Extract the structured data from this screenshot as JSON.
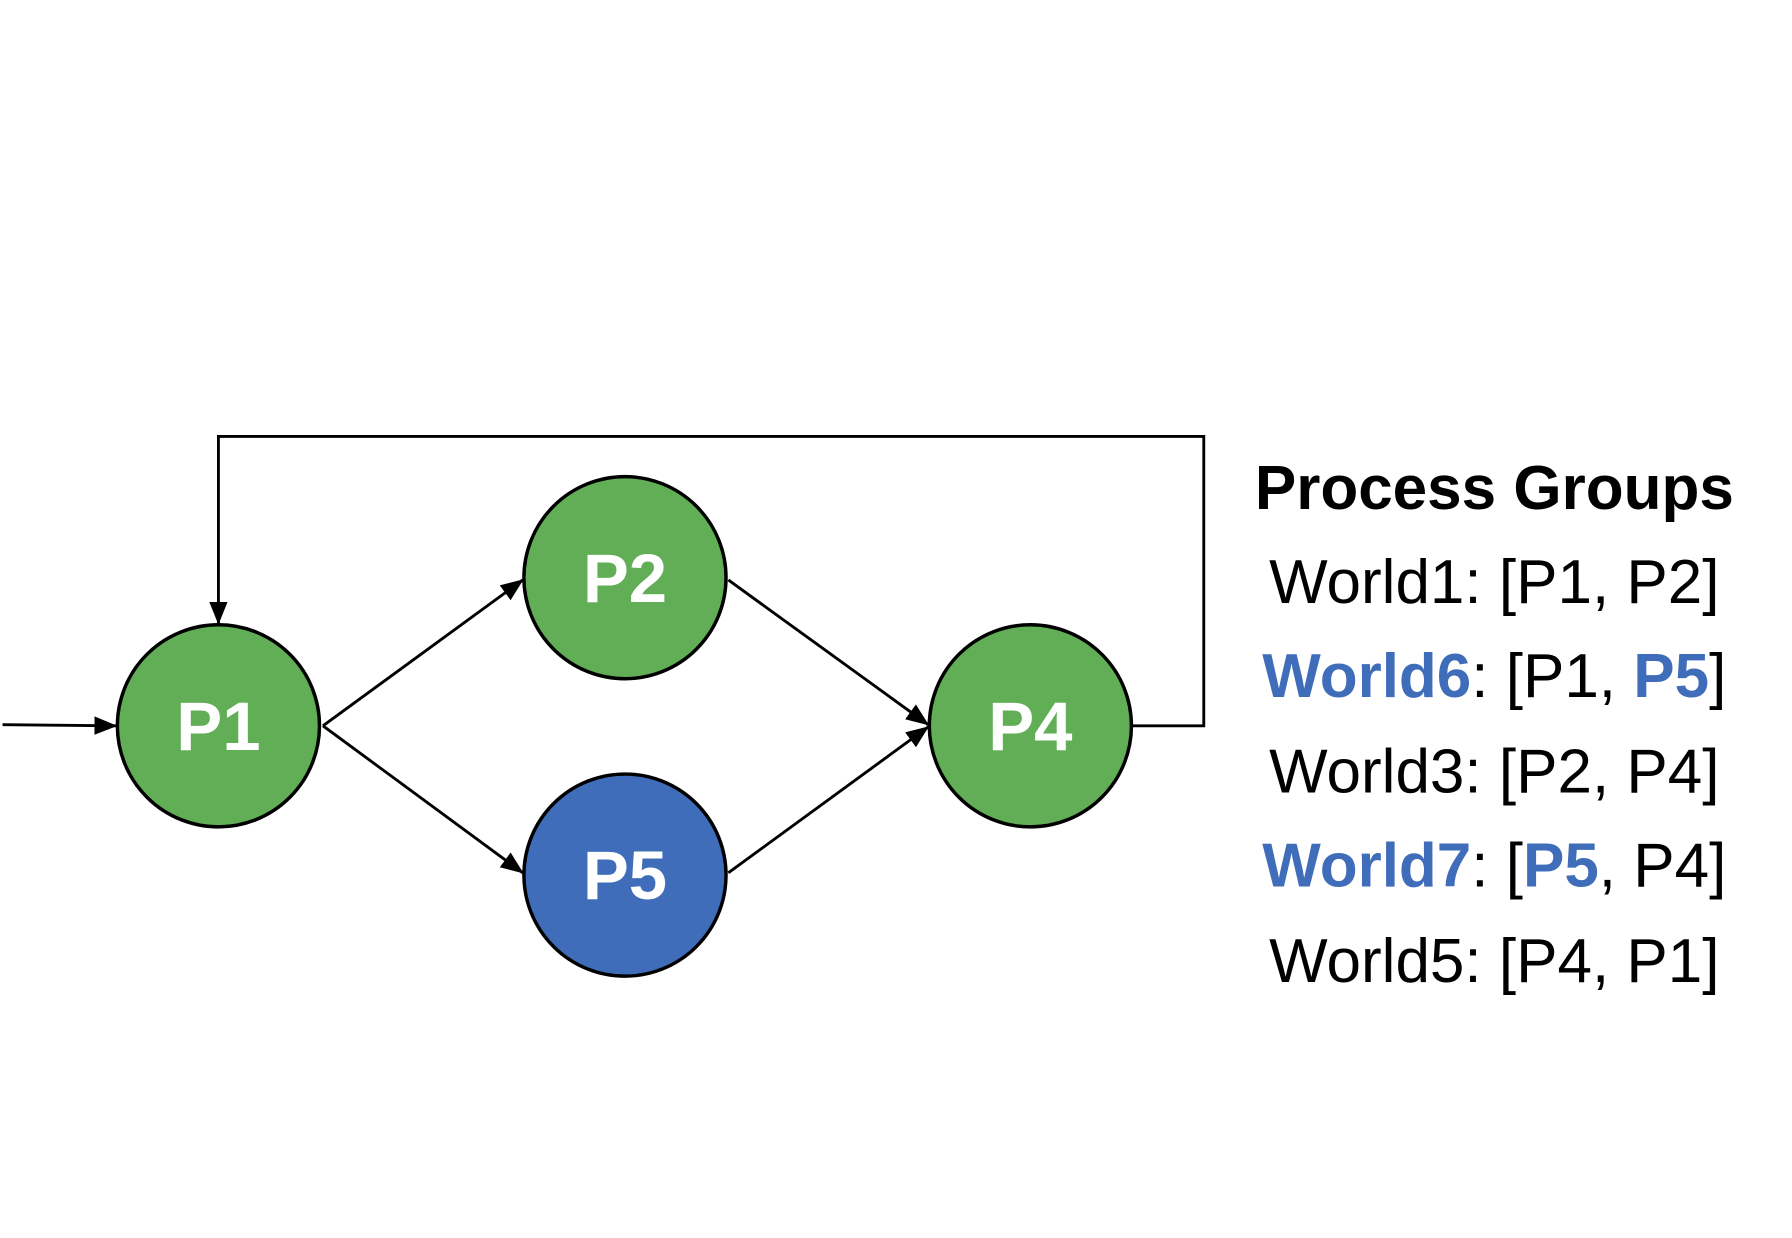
{
  "diagram": {
    "nodes": [
      {
        "id": "P1",
        "label": "P1",
        "color": "#62ae57"
      },
      {
        "id": "P2",
        "label": "P2",
        "color": "#62ae57"
      },
      {
        "id": "P5",
        "label": "P5",
        "color": "#3f6dba"
      },
      {
        "id": "P4",
        "label": "P4",
        "color": "#62ae57"
      }
    ],
    "edges": [
      [
        "input",
        "P1"
      ],
      [
        "P1",
        "P2"
      ],
      [
        "P1",
        "P5"
      ],
      [
        "P2",
        "P4"
      ],
      [
        "P5",
        "P4"
      ],
      [
        "P4",
        "P1"
      ]
    ]
  },
  "legend": {
    "title": "Process Groups",
    "highlight_color": "#3f6dba",
    "groups": [
      {
        "name": "World1",
        "open": ": [",
        "a": "P1",
        "sep": ", ",
        "b": "P2",
        "close": "]",
        "name_hl": false,
        "a_hl": false,
        "b_hl": false
      },
      {
        "name": "World6",
        "open": ": [",
        "a": "P1",
        "sep": ", ",
        "b": "P5",
        "close": "]",
        "name_hl": true,
        "a_hl": false,
        "b_hl": true
      },
      {
        "name": "World3",
        "open": ": [",
        "a": "P2",
        "sep": ", ",
        "b": "P4",
        "close": "]",
        "name_hl": false,
        "a_hl": false,
        "b_hl": false
      },
      {
        "name": "World7",
        "open": ": [",
        "a": "P5",
        "sep": ", ",
        "b": "P4",
        "close": "]",
        "name_hl": true,
        "a_hl": true,
        "b_hl": false
      },
      {
        "name": "World5",
        "open": ": [",
        "a": "P4",
        "sep": ", ",
        "b": "P1",
        "close": "]",
        "name_hl": false,
        "a_hl": false,
        "b_hl": false
      }
    ]
  }
}
